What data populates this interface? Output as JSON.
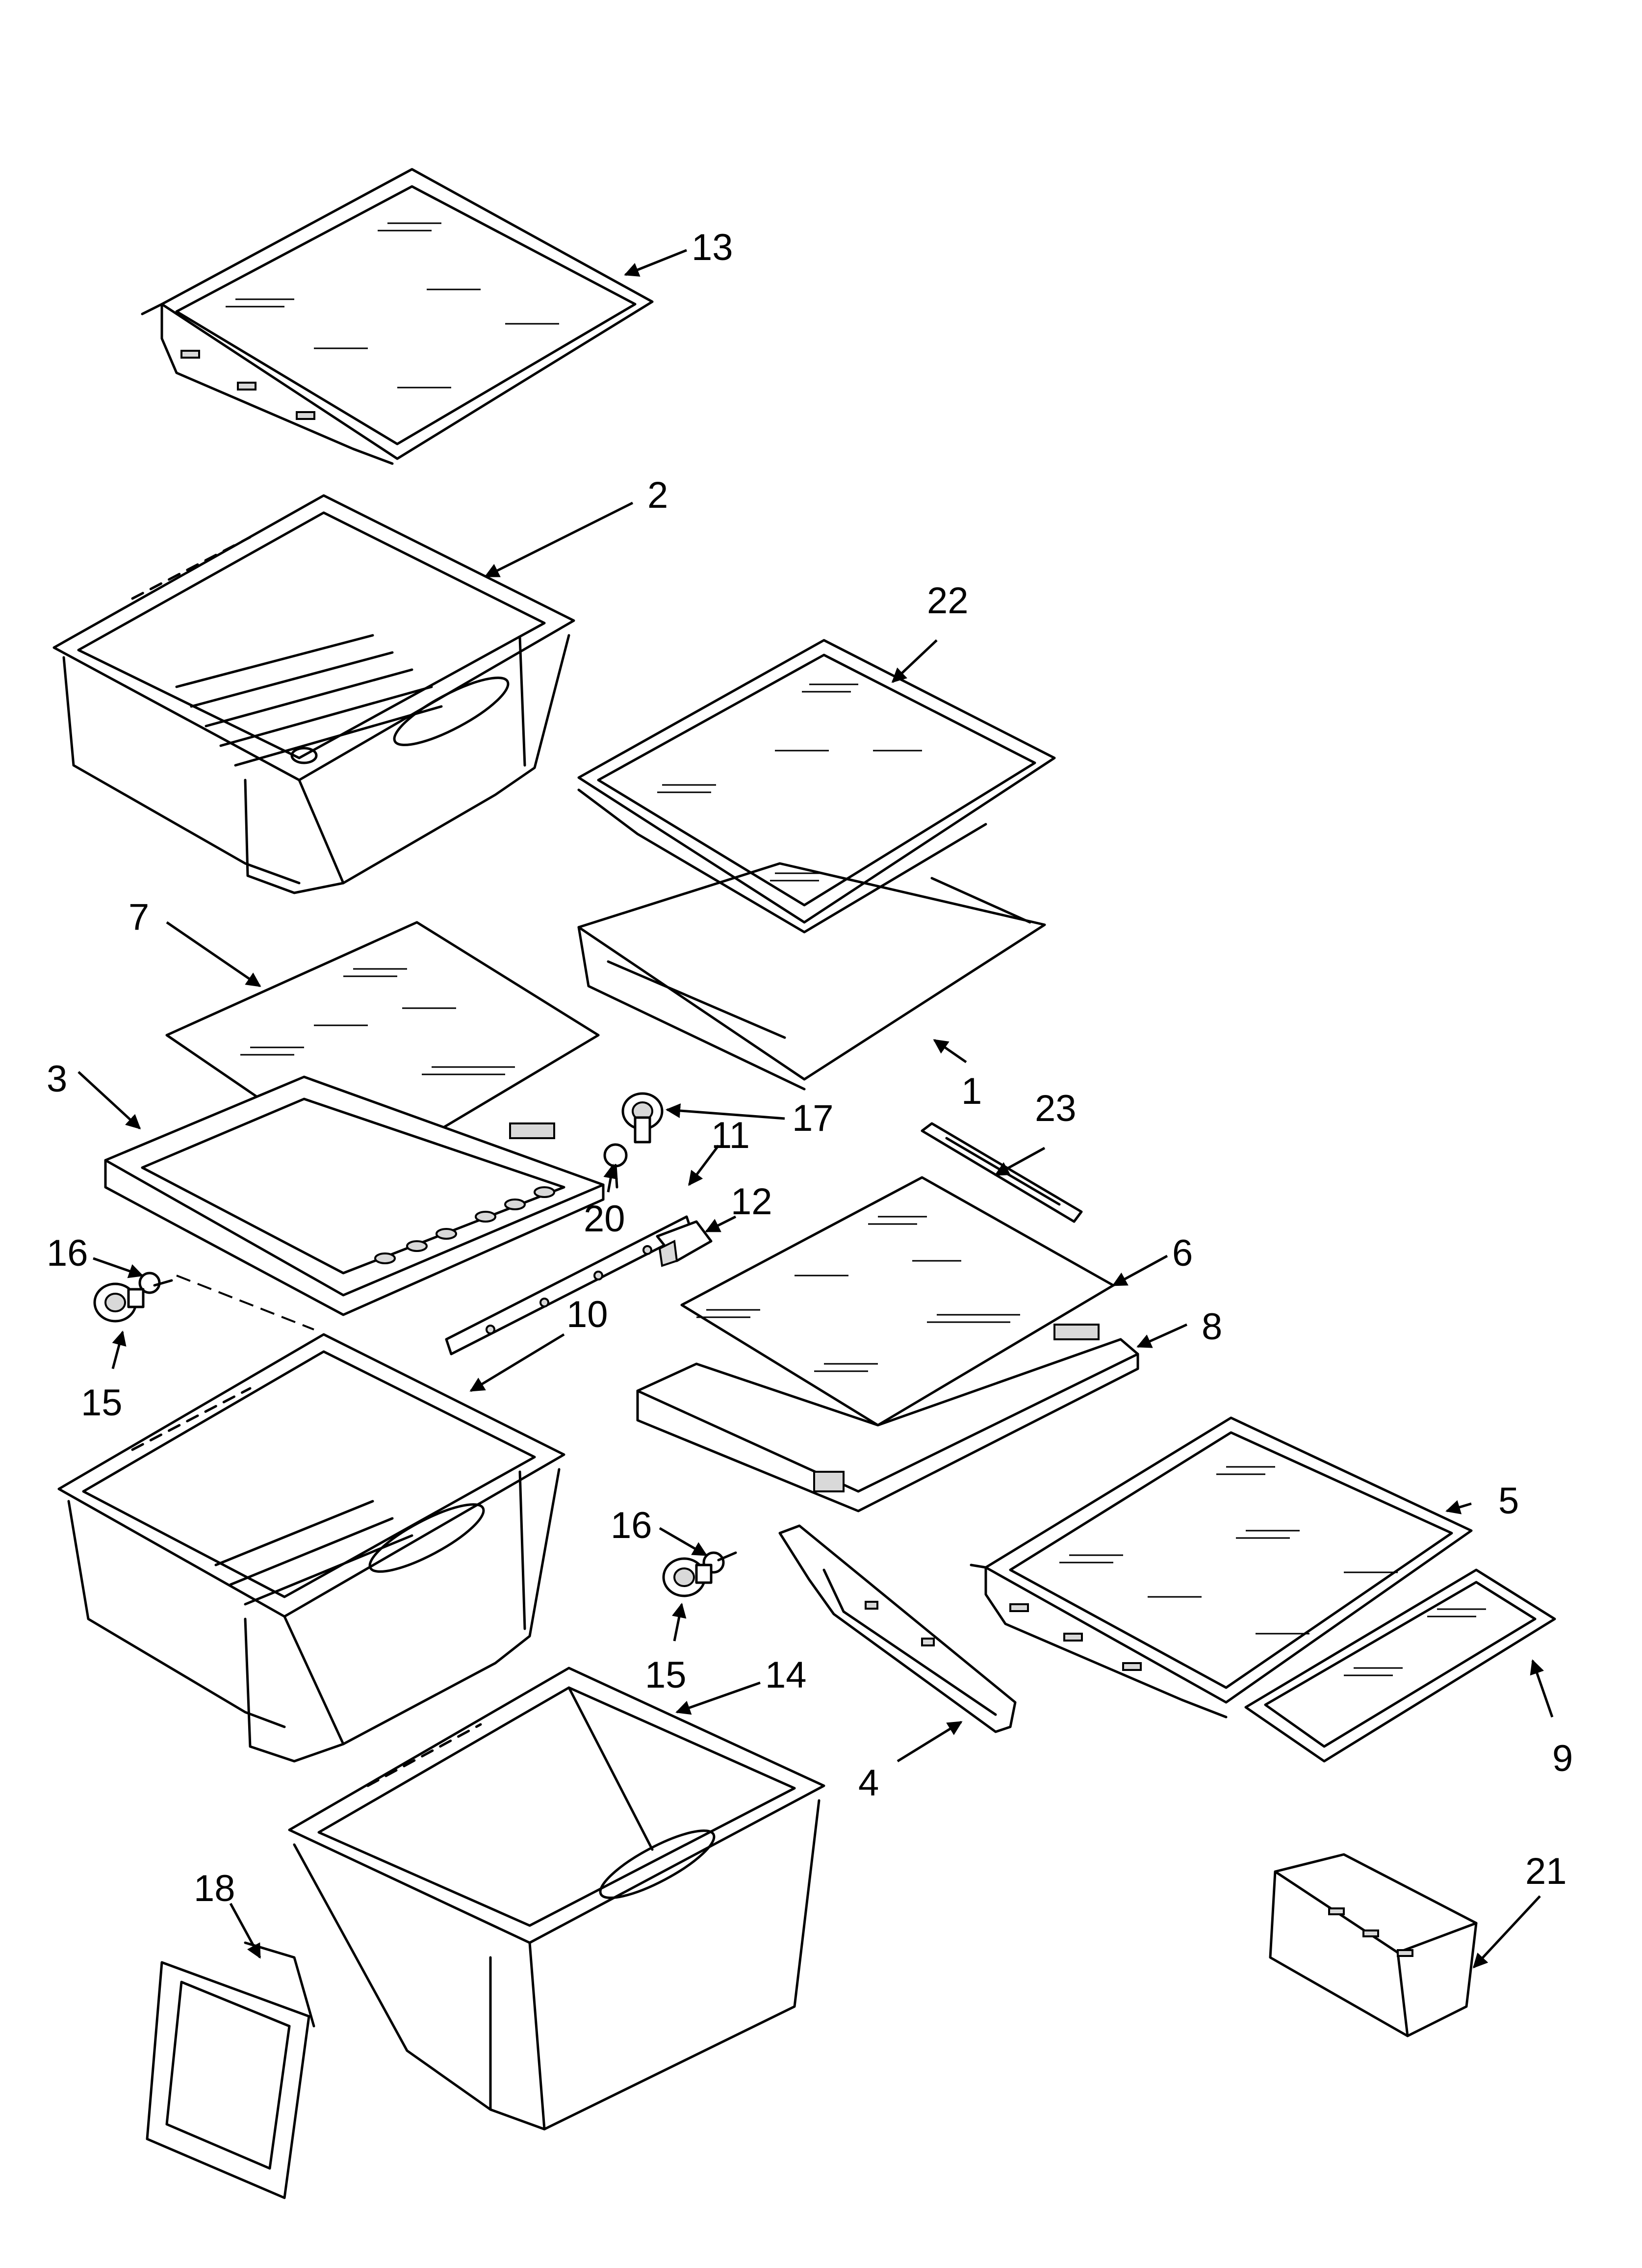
{
  "colors": {
    "line": "#000000",
    "background": "#ffffff",
    "shade": "#d9d9d9"
  },
  "callouts": [
    {
      "id": "c13",
      "label": "13"
    },
    {
      "id": "c2",
      "label": "2"
    },
    {
      "id": "c22",
      "label": "22"
    },
    {
      "id": "c7",
      "label": "7"
    },
    {
      "id": "c1",
      "label": "1"
    },
    {
      "id": "c3",
      "label": "3"
    },
    {
      "id": "c17",
      "label": "17"
    },
    {
      "id": "c20",
      "label": "20"
    },
    {
      "id": "c11",
      "label": "11"
    },
    {
      "id": "c12",
      "label": "12"
    },
    {
      "id": "c23",
      "label": "23"
    },
    {
      "id": "c16a",
      "label": "16"
    },
    {
      "id": "c15a",
      "label": "15"
    },
    {
      "id": "c10",
      "label": "10"
    },
    {
      "id": "c6",
      "label": "6"
    },
    {
      "id": "c8",
      "label": "8"
    },
    {
      "id": "c5",
      "label": "5"
    },
    {
      "id": "c16b",
      "label": "16"
    },
    {
      "id": "c15b",
      "label": "15"
    },
    {
      "id": "c14",
      "label": "14"
    },
    {
      "id": "c4",
      "label": "4"
    },
    {
      "id": "c9",
      "label": "9"
    },
    {
      "id": "c18",
      "label": "18"
    },
    {
      "id": "c21",
      "label": "21"
    }
  ]
}
